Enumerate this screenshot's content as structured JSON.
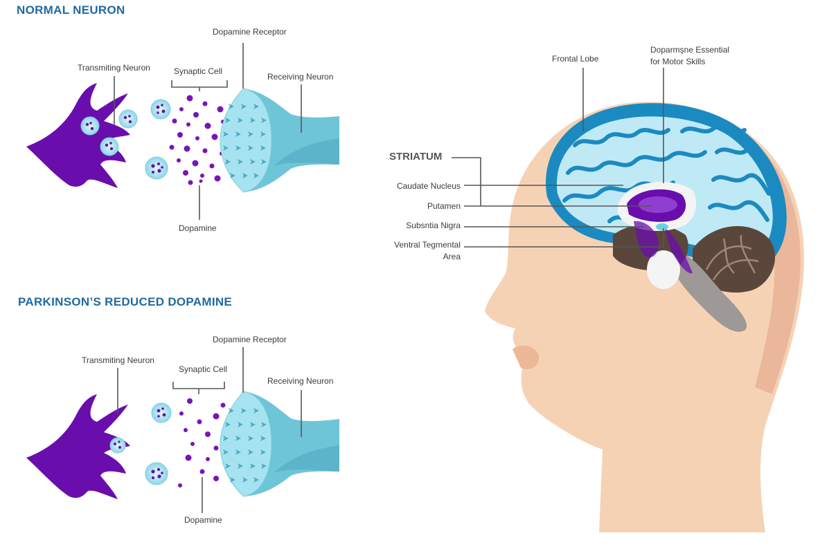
{
  "normal": {
    "title": "NORMAL NEURON",
    "transmitting": "Transmiting Neuron",
    "synaptic": "Synaptic Cell",
    "receptor": "Dopamine Receptor",
    "receiving": "Receiving Neuron",
    "dopamine": "Dopamine"
  },
  "parkinsons": {
    "title": "PARKINSON’S REDUCED DOPAMINE",
    "transmitting": "Transmiting Neuron",
    "synaptic": "Synaptic Cell",
    "receptor": "Dopamine Receptor",
    "receiving": "Receiving Neuron",
    "dopamine": "Dopamine"
  },
  "brain": {
    "frontal_lobe": "Frontal Lobe",
    "dopamine_essential_line1": "Doparmşne Essential",
    "dopamine_essential_line2": "for Motor Skills",
    "striatum": "STRIATUM",
    "caudate": "Caudate Nucleus",
    "putamen": "Putamen",
    "substantia": "Subsntia Nigra",
    "vta_line1": "Ventral Tegmental",
    "vta_line2": "Area"
  },
  "colors": {
    "title_blue": "#1f6aa0",
    "neuron_purple": "#6a0dad",
    "dopamine_purple": "#7a14b8",
    "receptor_cyan": "#a6e3f0",
    "receiving_cyan": "#6fc5d8",
    "skin": "#f6d2b5",
    "brain_blue": "#1b8ac0",
    "brain_light": "#bfe9f5"
  }
}
